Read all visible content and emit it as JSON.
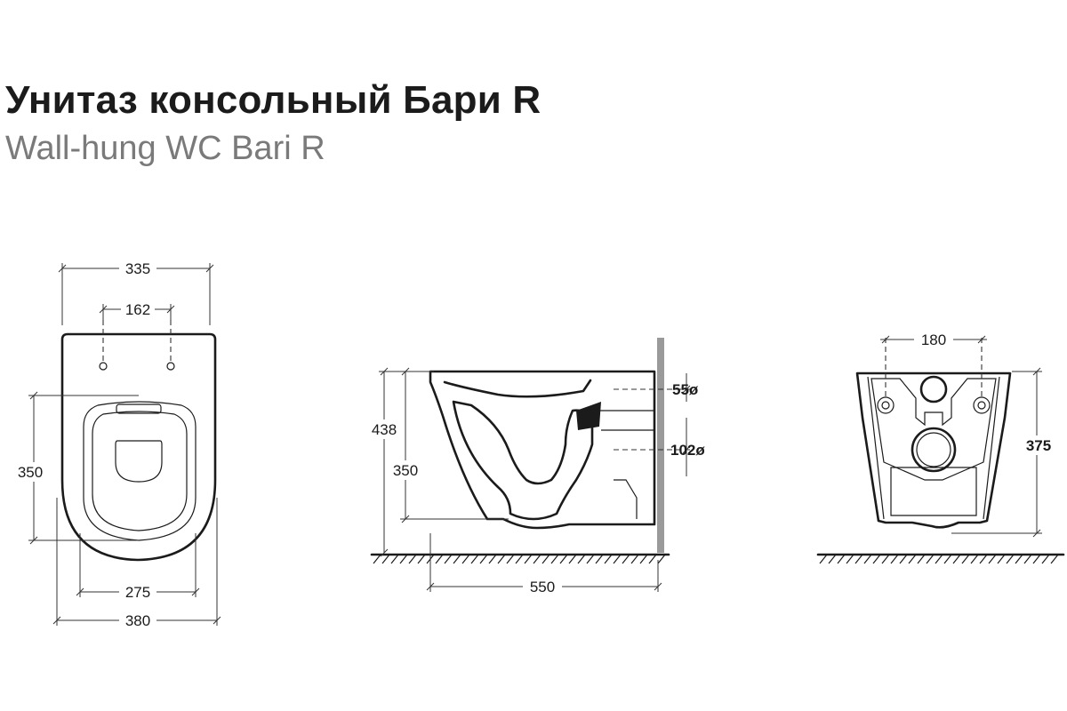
{
  "header": {
    "title": "Унитаз консольный Бари R",
    "subtitle": "Wall-hung WC Bari R"
  },
  "top_view": {
    "dim_width_top": "335",
    "dim_fixing_holes": "162",
    "dim_depth": "350",
    "dim_width_inner": "275",
    "dim_width_total": "380"
  },
  "side_view": {
    "dim_height_total": "438",
    "dim_height_rim": "350",
    "dim_length": "550",
    "dim_inlet_dia": "55ø",
    "dim_outlet_dia": "102ø"
  },
  "back_view": {
    "dim_holes": "180",
    "dim_height": "375"
  }
}
